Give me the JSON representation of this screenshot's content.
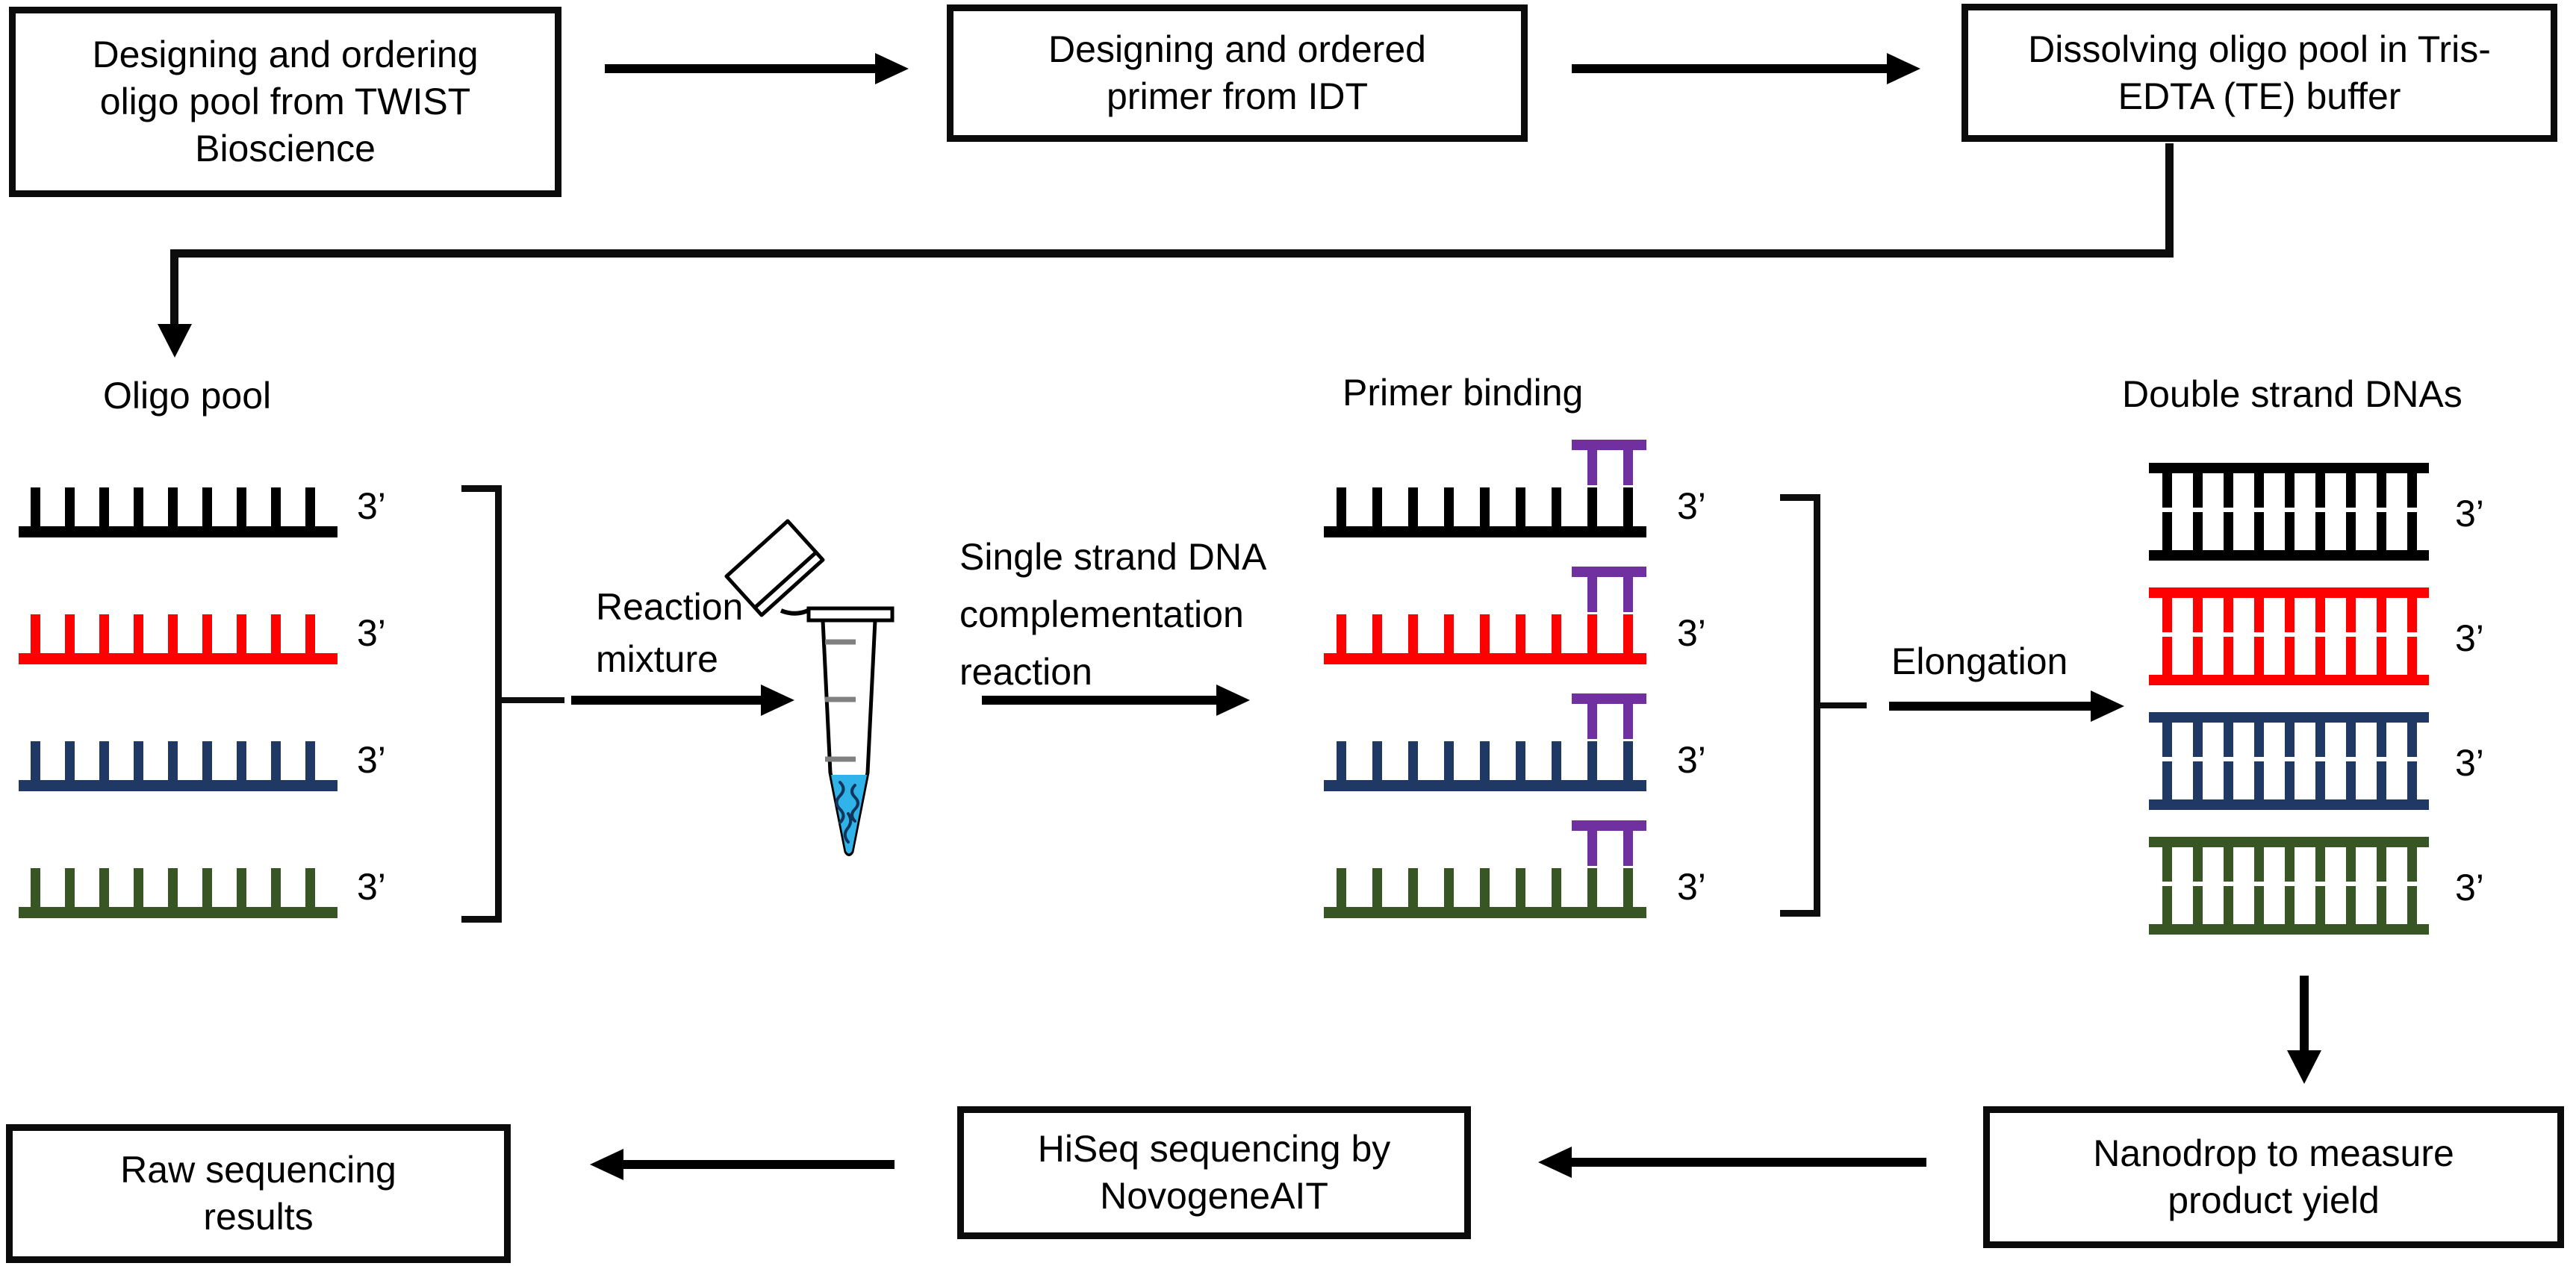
{
  "top_flow": {
    "box_twist": "Designing and ordering oligo pool from TWIST Bioscience",
    "box_idt": "Designing and ordered primer from IDT",
    "box_te": "Dissolving oligo pool in Tris-EDTA (TE) buffer"
  },
  "middle": {
    "oligo_pool_label": "Oligo pool",
    "reaction_mixture_label": "Reaction mixture",
    "ssdna_label": "Single strand DNA complementation reaction",
    "primer_binding_label": "Primer binding",
    "elongation_label": "Elongation",
    "double_strand_label": "Double strand DNAs"
  },
  "bottom_flow": {
    "box_nanodrop": "Nanodrop to measure product yield",
    "box_hiseq": "HiSeq sequencing by NovogeneAIT",
    "box_raw": "Raw sequencing results"
  },
  "strands": {
    "names": [
      "black",
      "red",
      "navy",
      "green"
    ],
    "colors": [
      "#000000",
      "#ff0000",
      "#1f3864",
      "#375623"
    ],
    "ticks_per_strand": 9,
    "primer_color": "#7030a0",
    "primer_ticks": 2,
    "ladder_rungs": 9,
    "end_label": "3’"
  },
  "tube": {
    "liquid_color": "#2fb3e8",
    "mark_color": "#808080",
    "dna_squiggle_color": "#12355b"
  }
}
